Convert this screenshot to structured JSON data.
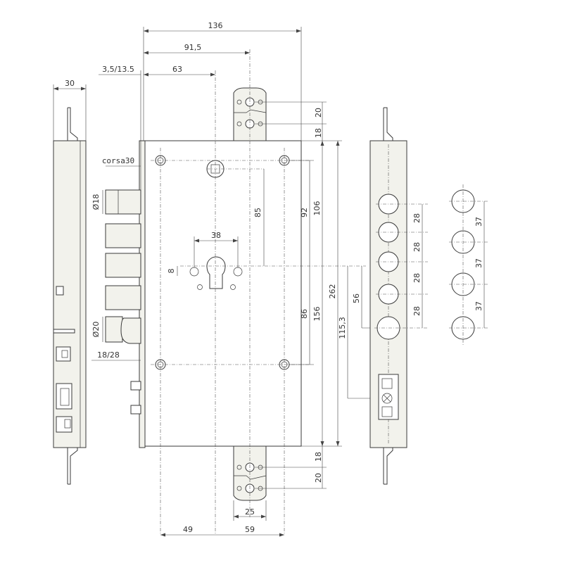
{
  "dimensions": {
    "total_width": "136",
    "bolt_to_center": "91,5",
    "backset": "63",
    "bolt_extension": "3,5/13.5",
    "side_thickness": "30",
    "throw": "corsa30",
    "bolt_diameter": "Ø18",
    "hook_diameter": "Ø20",
    "latch_setting": "18/28",
    "cylinder_spacing": "38",
    "cylinder_offset": "8",
    "upper_spacing": "85",
    "plate_spacing_upper": "92",
    "plate_top_distance": "106",
    "total_height": "262",
    "lower_spacing": "86",
    "plate_bottom_distance": "156",
    "switch_distance": "115,3",
    "first_bolt_offset": "56",
    "top_keep_spacing": "20",
    "top_keep_offset": "18",
    "bottom_keep_offset": "18",
    "bottom_keep_spacing": "20",
    "keep_width": "25",
    "lower_hole_left": "49",
    "lower_hole_right": "59",
    "front_bolt_spacing_1": "28",
    "front_bolt_spacing_2": "28",
    "front_bolt_spacing_3": "28",
    "front_bolt_spacing_4": "28",
    "strike_spacing_1": "37",
    "strike_spacing_2": "37",
    "strike_spacing_3": "37"
  }
}
